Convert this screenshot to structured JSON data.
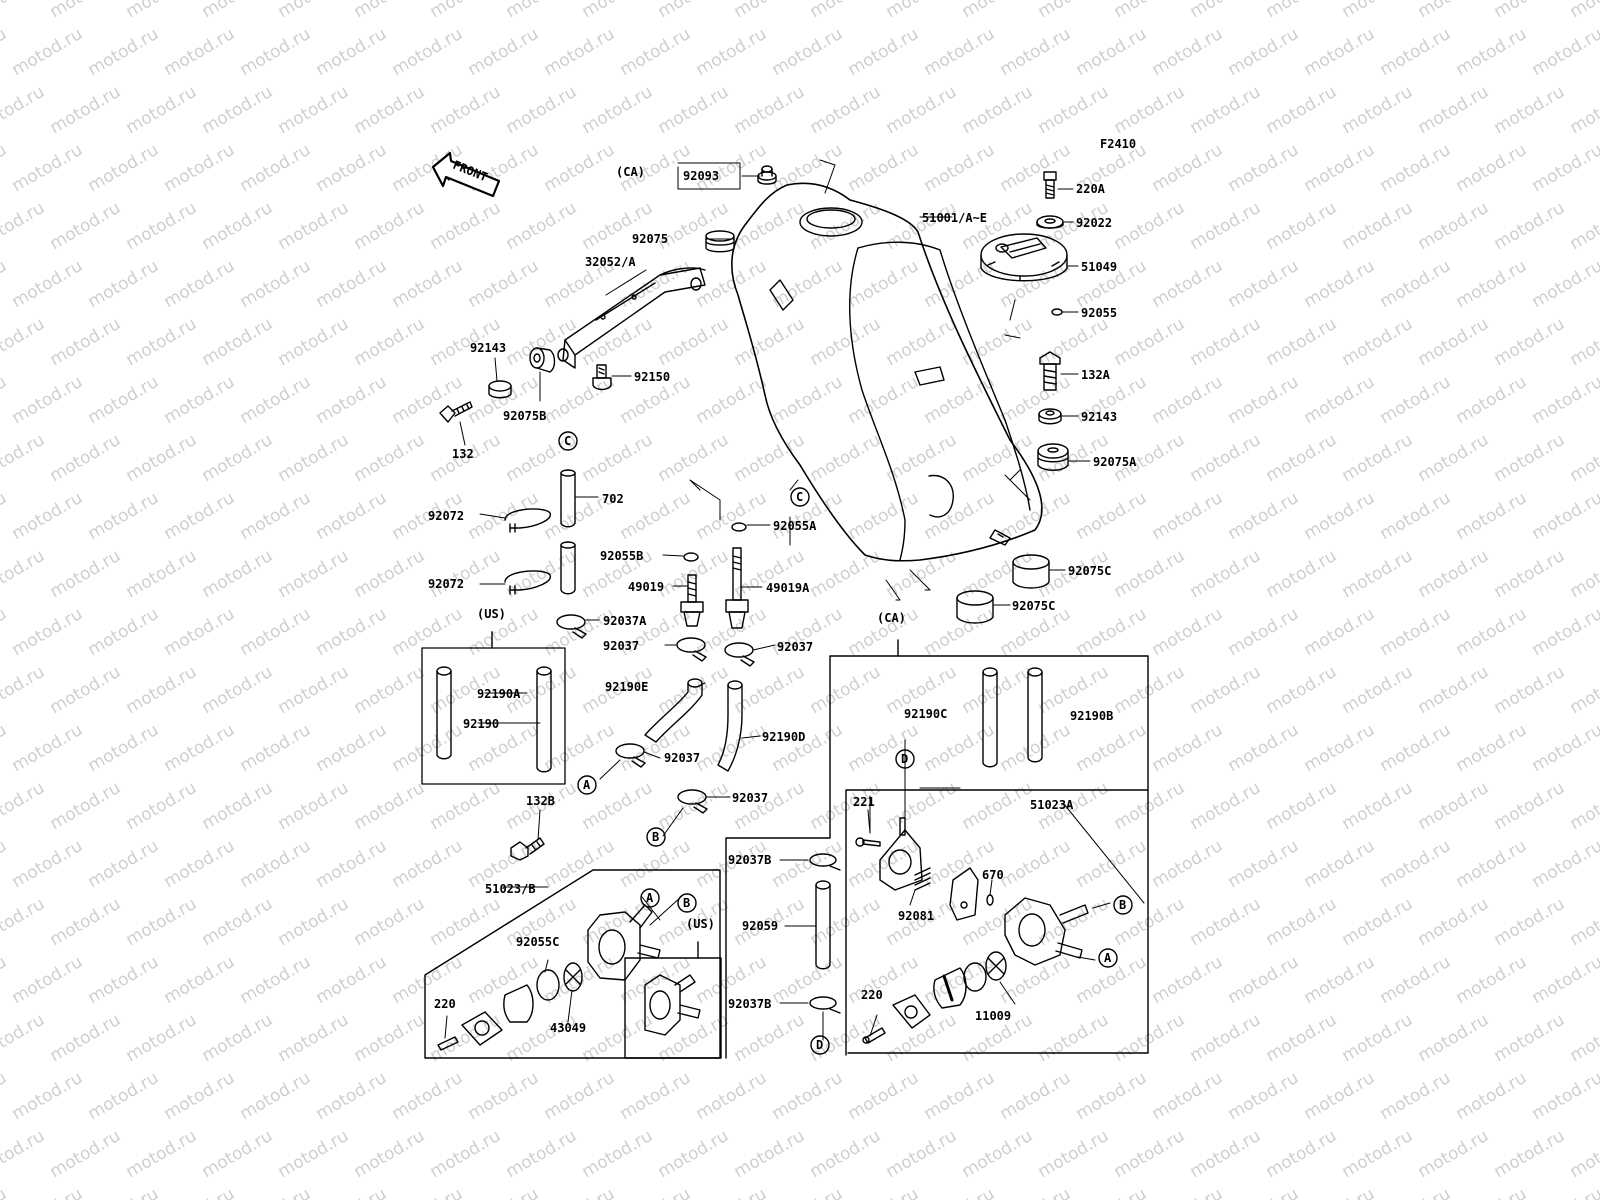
{
  "figure_code": "F2410",
  "watermark": "motod.ru",
  "front_arrow_label": "FRONT",
  "callouts": {
    "c_top": "C",
    "c_tank": "C",
    "d_top": "D",
    "d_bottom": "D",
    "a_left": "A",
    "b_left": "B",
    "a_valve_left": "A",
    "b_valve_left": "B",
    "b_valve_right": "B",
    "a_valve_right": "A"
  },
  "variant_labels": {
    "ca_top": "(CA)",
    "us_hoses": "(US)",
    "ca_box": "(CA)",
    "us_valve": "(US)"
  },
  "parts": {
    "p92093": "92093",
    "p92075": "92075",
    "p32052A": "32052/A",
    "p51001": "51001/A~E",
    "p220A": "220A",
    "p92022": "92022",
    "p51049": "51049",
    "p92055": "92055",
    "p92143L": "92143",
    "p92150": "92150",
    "p92075B": "92075B",
    "p132": "132",
    "p132A": "132A",
    "p92143R": "92143",
    "p92075A": "92075A",
    "p702": "702",
    "p92072a": "92072",
    "p92072b": "92072",
    "p92055A": "92055A",
    "p92055B": "92055B",
    "p49019": "49019",
    "p49019A": "49019A",
    "p92075Ca": "92075C",
    "p92075Cb": "92075C",
    "p92037A": "92037A",
    "p92037a": "92037",
    "p92037b": "92037",
    "p92190A": "92190A",
    "p92190": "92190",
    "p92190E": "92190E",
    "p92190D": "92190D",
    "p92037c": "92037",
    "p92037d": "92037",
    "p92190C": "92190C",
    "p92190B": "92190B",
    "p132B": "132B",
    "p221": "221",
    "p51023A": "51023A",
    "p92037Ba": "92037B",
    "p670": "670",
    "p92081": "92081",
    "p51023B": "51023/B",
    "p92059": "92059",
    "p92055C": "92055C",
    "p43049": "43049",
    "p220L": "220",
    "p92037Bb": "92037B",
    "p220R": "220",
    "p11009": "11009"
  }
}
